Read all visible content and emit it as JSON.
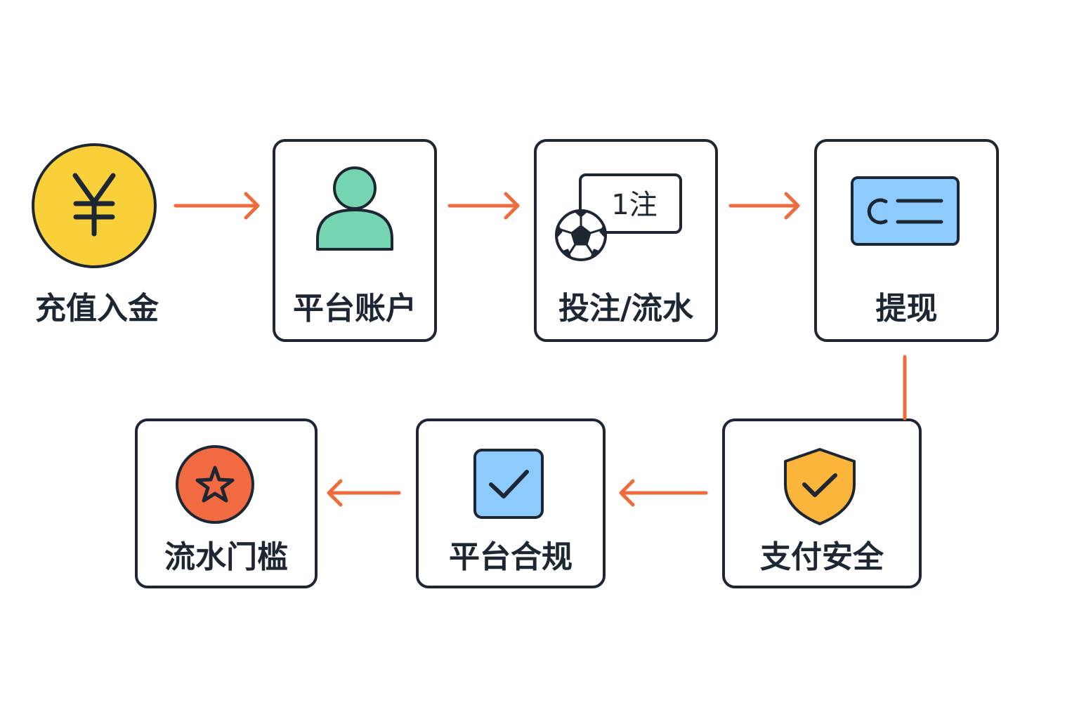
{
  "colors": {
    "stroke": "#1c2733",
    "arrow": "#ee6c3c",
    "coin": "#f9cf3a",
    "person": "#74d5b0",
    "card": "#8dcbff",
    "check_box": "#8dcbff",
    "shield": "#fbb53a",
    "badge": "#f26a42"
  },
  "steps": {
    "deposit": {
      "label": "充值入金",
      "icon": "yen-coin-icon"
    },
    "account": {
      "label": "平台账户",
      "icon": "user-icon"
    },
    "betting": {
      "label": "投注/流水",
      "icon": "soccer-bet-slip-icon",
      "slip_text": "1注"
    },
    "withdraw": {
      "label": "提现",
      "icon": "bank-card-icon"
    },
    "security": {
      "label": "支付安全",
      "icon": "shield-check-icon"
    },
    "compliance": {
      "label": "平台合规",
      "icon": "checkbox-icon"
    },
    "threshold": {
      "label": "流水门槛",
      "icon": "star-badge-icon"
    }
  }
}
